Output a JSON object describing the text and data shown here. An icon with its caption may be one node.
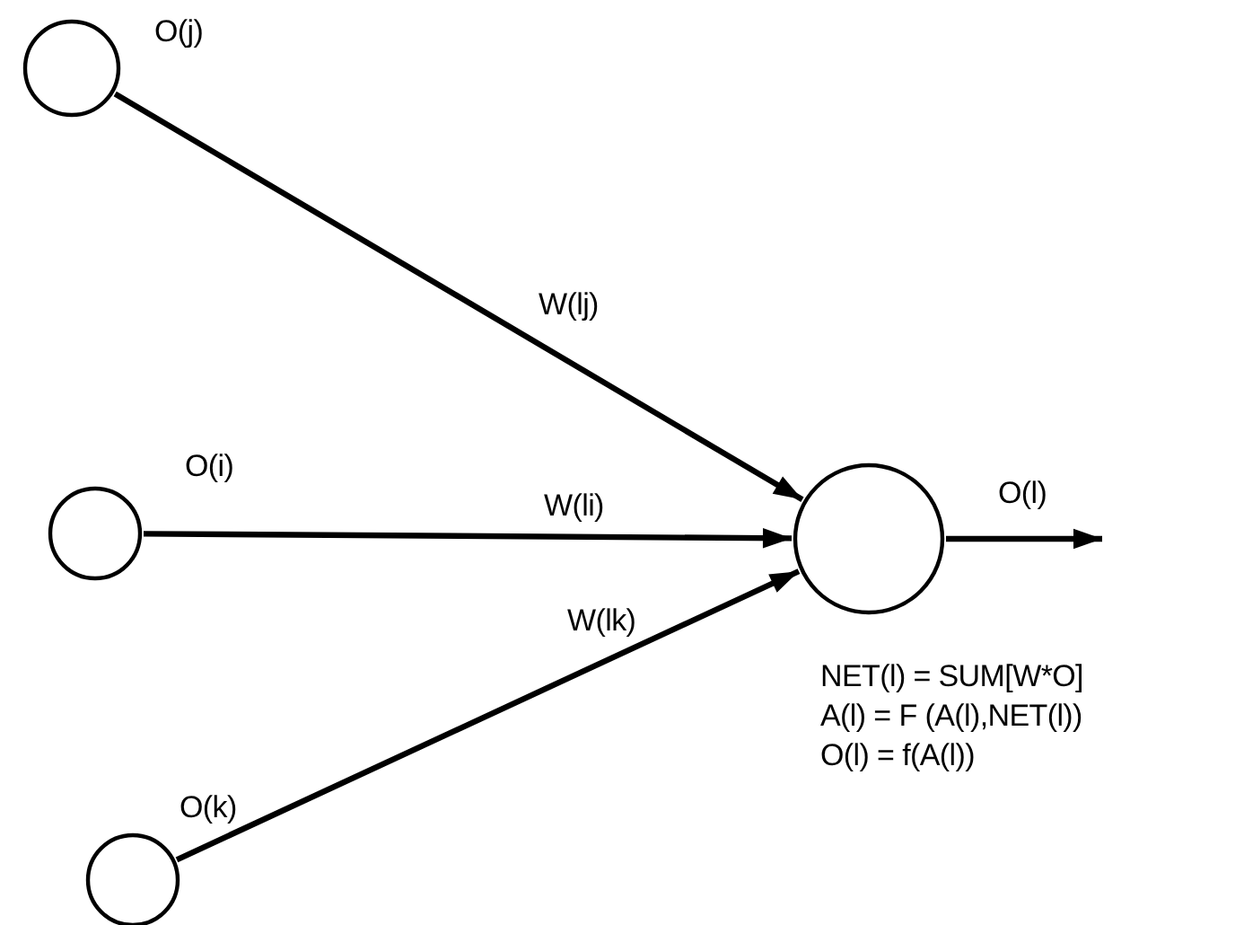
{
  "diagram": {
    "nodes": [
      {
        "text": [],
        "shape": "circle",
        "beside": [
          "O(j)"
        ]
      },
      {
        "text": [],
        "shape": "circle",
        "beside": [
          "O(i)"
        ]
      },
      {
        "text": [],
        "shape": "circle",
        "beside": [
          "O(k)"
        ]
      },
      {
        "text": [],
        "shape": "circle",
        "beside": [
          "NET(l) = SUM[W*O]",
          "A(l) = F (A(l),NET(l))",
          "O(l) = f(A(l))"
        ]
      }
    ],
    "edges": [
      {
        "from": 0,
        "to": 3,
        "arrow": "to",
        "label": "W(lj)"
      },
      {
        "from": 1,
        "to": 3,
        "arrow": "to",
        "label": "W(li)"
      },
      {
        "from": 2,
        "to": 3,
        "arrow": "to",
        "label": "W(lk)"
      },
      {
        "from": 3,
        "to": null,
        "arrow": "to",
        "label": "O(l)"
      }
    ]
  }
}
